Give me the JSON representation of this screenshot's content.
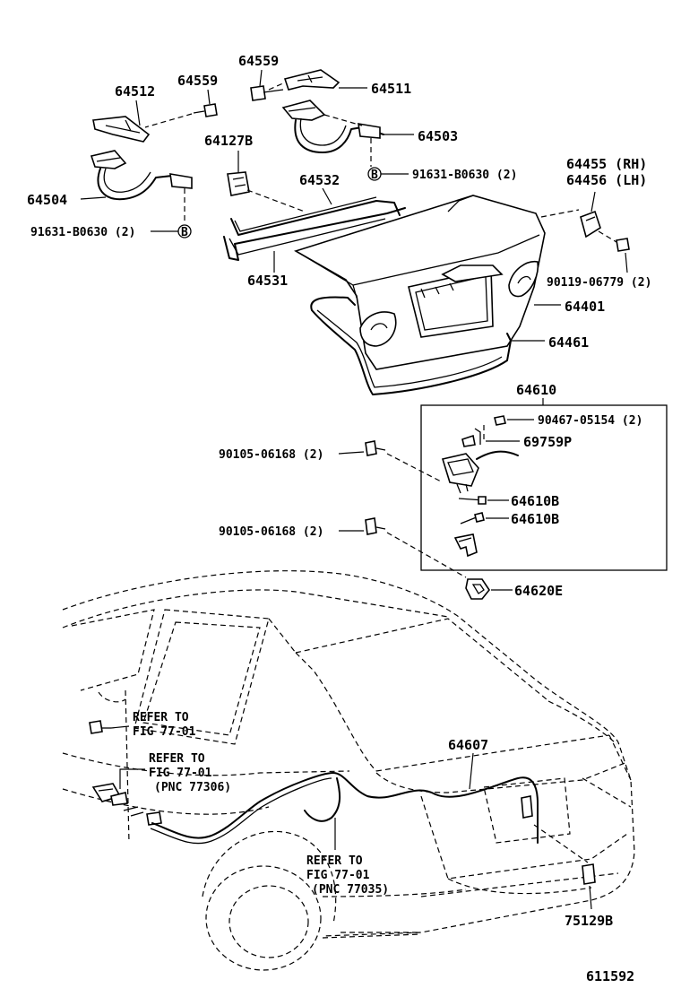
{
  "labels": {
    "p64559a": "64559",
    "p64511": "64511",
    "p64512": "64512",
    "p64559b": "64559",
    "p64503": "64503",
    "p64127B": "64127B",
    "p64532": "64532",
    "p91631_b": "91631-B0630 (2)",
    "p64504": "64504",
    "p91631_a": "91631-B0630 (2)",
    "p64531": "64531",
    "p64455": "64455 (RH)",
    "p64456": "64456 (LH)",
    "p90119": "90119-06779 (2)",
    "p64401": "64401",
    "p64461": "64461",
    "p64610": "64610",
    "p90467": "90467-05154 (2)",
    "p69759P": "69759P",
    "p90105a": "90105-06168 (2)",
    "p64610Ba": "64610B",
    "p64610Bb": "64610B",
    "p90105b": "90105-06168 (2)",
    "p64620E": "64620E",
    "p64607": "64607",
    "p75129B": "75129B",
    "fig_number": "611592"
  },
  "markers": {
    "b1": "B",
    "b2": "B"
  },
  "refs": {
    "r1_line1": "REFER TO",
    "r1_line2": "FIG 77-01",
    "r2_line1": "REFER TO",
    "r2_line2": "FIG 77-01",
    "r2_line3": "(PNC 77306)",
    "r3_line1": "REFER TO",
    "r3_line2": "FIG 77-01",
    "r3_line3": "(PNC 77035)"
  }
}
